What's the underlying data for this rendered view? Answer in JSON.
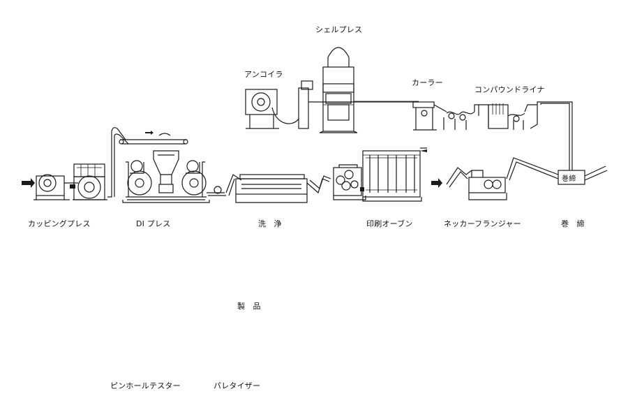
{
  "labels": {
    "shell_press": "シェルプレス",
    "uncoiler": "アンコイラ",
    "curler": "カーラー",
    "compound_liner": "コンパウンドライナ",
    "cupping_press": "カッピングプレス",
    "di_press": "DI プレス",
    "washing": "洗 浄",
    "printing_oven": "印刷オーブン",
    "necker_flanger": "ネッカーフランジャー",
    "seaming": "巻 締",
    "seaming_box": "巻締",
    "product": "製 品",
    "pinhole_tester": "ピンホールテスター",
    "palletizer": "パレタイザー"
  },
  "colors": {
    "line": "#1a1a1a",
    "flow_arrow": "#c2185b"
  }
}
